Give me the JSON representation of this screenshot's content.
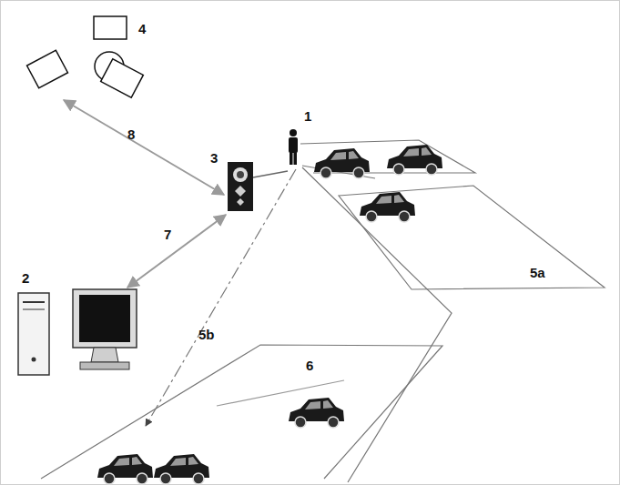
{
  "diagram": {
    "labels": [
      "4",
      "8",
      "1",
      "3",
      "7",
      "2",
      "5b",
      "5a",
      "6"
    ]
  }
}
